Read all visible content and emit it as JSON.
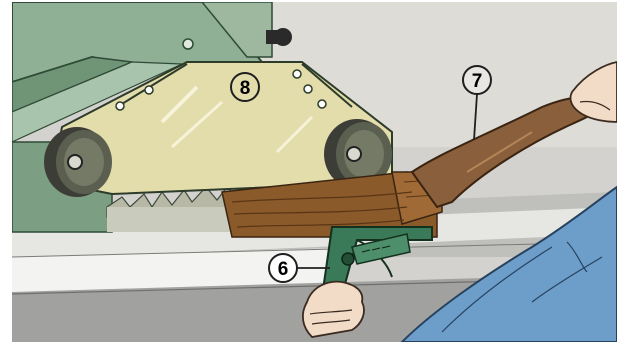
{
  "callouts": {
    "guard": "8",
    "push_stick": "7",
    "angle_guide": "6"
  },
  "colors": {
    "wall": "#cfcfcc",
    "guard": "#e3dcab",
    "machine_body": "#8fae91",
    "machine_dark": "#3e5f45",
    "table": "#9c9c9a",
    "wood": "#8a5a2b",
    "push_stick": "#8a5f3c",
    "sleeve": "#6d9ec9",
    "skin": "#f2dcc7",
    "gauge": "#2e6b4e"
  },
  "icons": {
    "guard": "blade-guard",
    "push_stick": "push-stick",
    "angle_guide": "angle-guide"
  }
}
